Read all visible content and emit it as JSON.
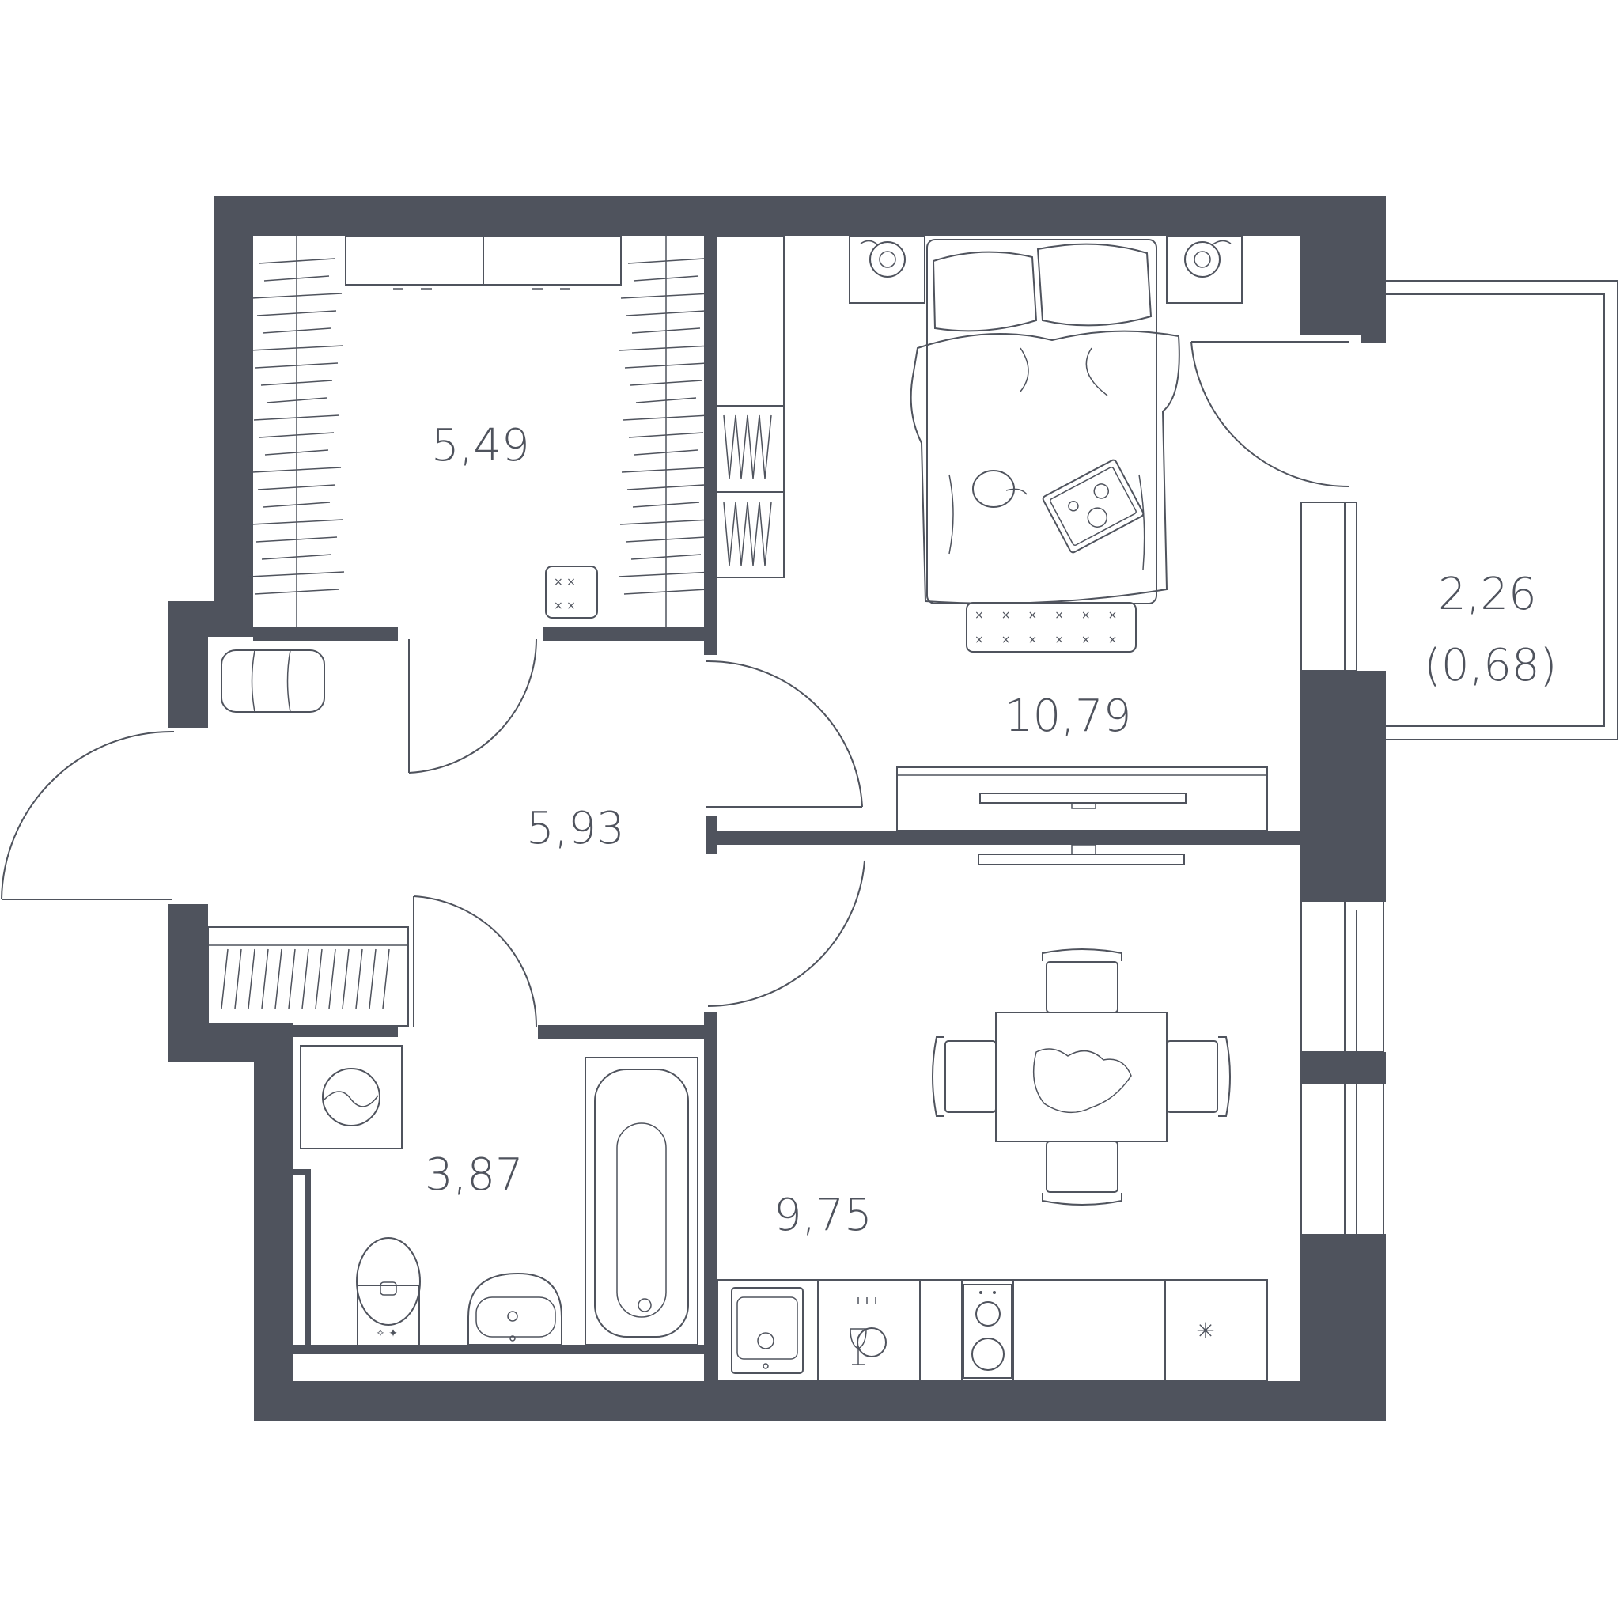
{
  "colors": {
    "wall": "#4f535d",
    "background": "#ffffff"
  },
  "rooms": [
    {
      "id": "wardrobe",
      "area": "5,49"
    },
    {
      "id": "bedroom",
      "area": "10,79"
    },
    {
      "id": "hallway",
      "area": "5,93"
    },
    {
      "id": "bathroom",
      "area": "3,87"
    },
    {
      "id": "kitchen",
      "area": "9,75"
    },
    {
      "id": "balcony",
      "area": "2,26",
      "area_reduced": "(0,68)"
    }
  ],
  "icons": [
    "bed-icon",
    "pillow-icon",
    "lamp-icon",
    "cat-icon",
    "tray-icon",
    "rug-icon",
    "tv-icon",
    "table-icon",
    "chair-icon",
    "bathtub-icon",
    "toilet-icon",
    "sink-icon",
    "washing-machine-icon",
    "kitchen-sink-icon",
    "dishwasher-icon",
    "stove-icon",
    "fridge-icon",
    "ottoman-icon",
    "shoe-rack-icon",
    "wardrobe-icon"
  ]
}
